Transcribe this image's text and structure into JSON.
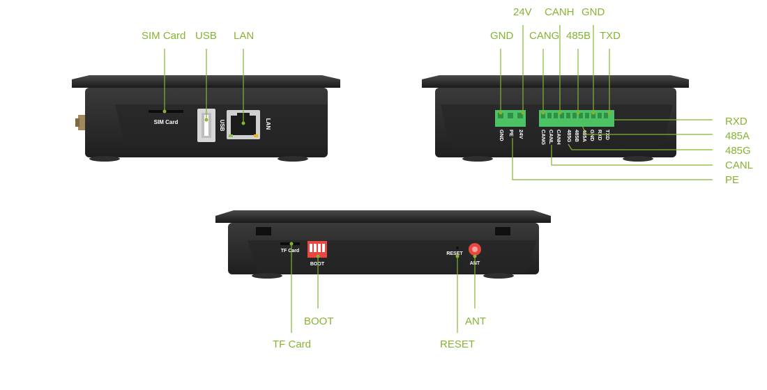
{
  "colors": {
    "accent": "#84b531",
    "device_body": "#2b2b2c",
    "device_top": "#1c1c1d",
    "terminal": "#4cc264",
    "dip_switch": "#e8463e",
    "ant_button": "#e8463e"
  },
  "views": {
    "front": {
      "callouts": {
        "sim": "SIM Card",
        "usb": "USB",
        "lan": "LAN"
      },
      "printed": {
        "sim": "SIM Card",
        "usb": "USB",
        "lan": "LAN"
      }
    },
    "back": {
      "callouts_top": {
        "gnd1": "GND",
        "v24": "24V",
        "cang": "CANG",
        "canh": "CANH",
        "b485": "485B",
        "gnd2": "GND",
        "txd": "TXD"
      },
      "callouts_right": {
        "rxd": "RXD",
        "a485": "485A",
        "g485": "485G",
        "canl": "CANL",
        "pe": "PE"
      },
      "terminal_labels": [
        "GND",
        "PE",
        "24V",
        "CANG",
        "CANL",
        "CANH",
        "485G",
        "485B",
        "485A",
        "GND",
        "RXD",
        "TXD"
      ]
    },
    "side": {
      "callouts": {
        "tf": "TF Card",
        "boot": "BOOT",
        "reset": "RESET",
        "ant": "ANT"
      },
      "printed": {
        "tf": "TF Card",
        "boot": "BOOT",
        "reset": "RESET",
        "ant": "ANT"
      }
    }
  }
}
